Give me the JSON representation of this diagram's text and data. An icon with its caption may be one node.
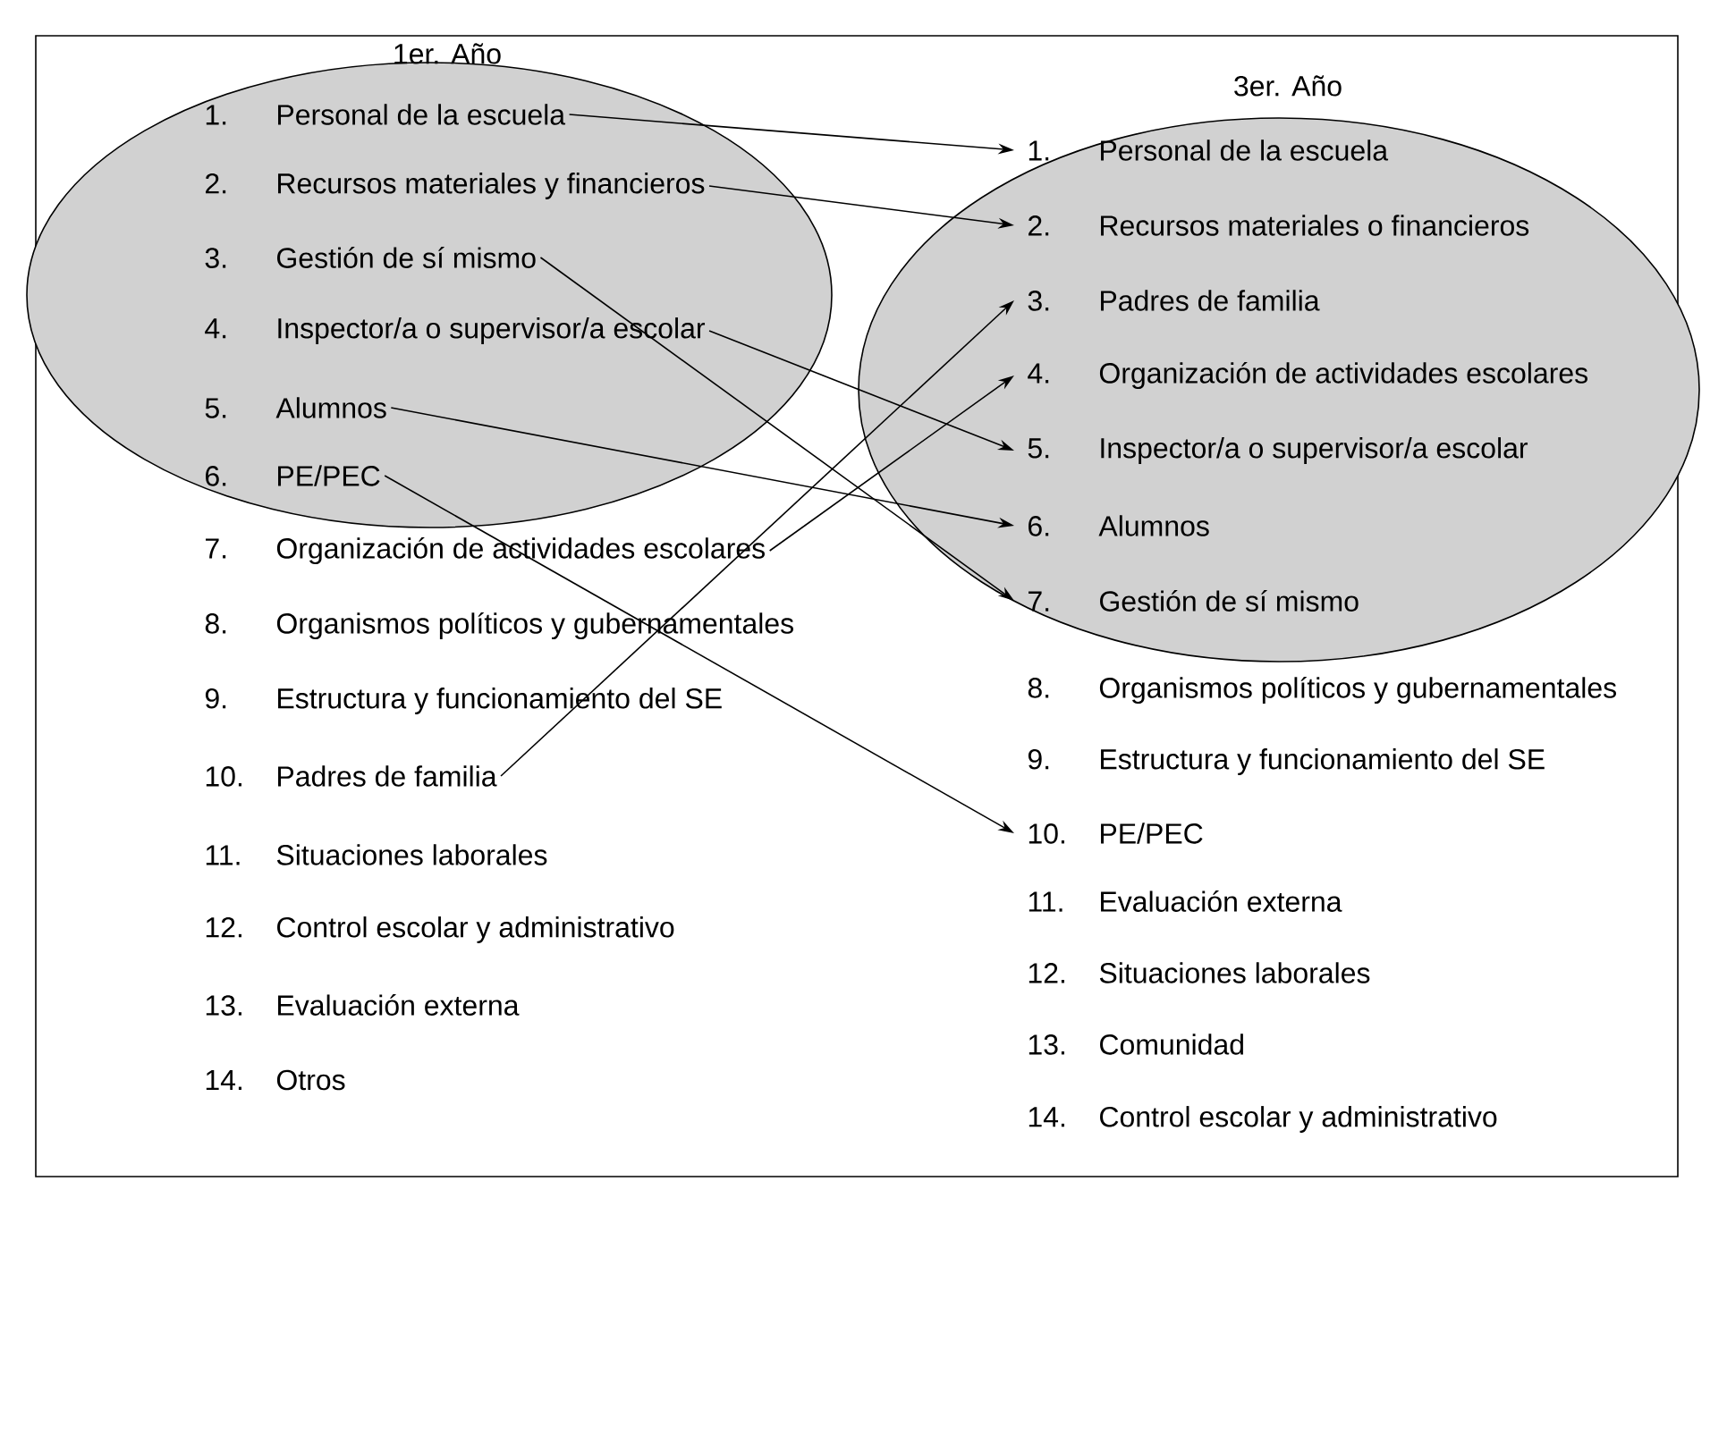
{
  "diagram": {
    "nodes": [
      {
        "text": [
          "1er. Año"
        ]
      },
      {
        "text": [
          "1.",
          "Personal de la escuela"
        ],
        "in": 0
      },
      {
        "text": [
          "2.",
          "Recursos materiales y financieros"
        ],
        "in": 0
      },
      {
        "text": [
          "3.",
          "Gestión de sí mismo"
        ],
        "in": 0
      },
      {
        "text": [
          "4.",
          "Inspector/a o supervisor/a escolar"
        ],
        "in": 0
      },
      {
        "text": [
          "5.",
          "Alumnos"
        ],
        "in": 0
      },
      {
        "text": [
          "6.",
          "PE/PEC"
        ],
        "in": 0
      },
      {
        "text": [
          "7.",
          "Organización de actividades escolares"
        ]
      },
      {
        "text": [
          "8.",
          "Organismos políticos y gubernamentales"
        ]
      },
      {
        "text": [
          "9.",
          "Estructura y funcionamiento del SE"
        ]
      },
      {
        "text": [
          "10.",
          "Padres de familia"
        ]
      },
      {
        "text": [
          "11.",
          "Situaciones laborales"
        ]
      },
      {
        "text": [
          "12.",
          "Control escolar y administrativo"
        ]
      },
      {
        "text": [
          "13.",
          "Evaluación externa"
        ]
      },
      {
        "text": [
          "14.",
          "Otros"
        ]
      },
      {
        "text": [
          "3er. Año"
        ]
      },
      {
        "text": [
          "1.",
          "Personal de la escuela"
        ],
        "in": 15
      },
      {
        "text": [
          "2.",
          "Recursos materiales o financieros"
        ],
        "in": 15
      },
      {
        "text": [
          "3.",
          "Padres de familia"
        ],
        "in": 15
      },
      {
        "text": [
          "4.",
          "Organización de actividades escolares"
        ],
        "in": 15
      },
      {
        "text": [
          "5.",
          "Inspector/a o supervisor/a escolar"
        ],
        "in": 15
      },
      {
        "text": [
          "6.",
          "Alumnos"
        ],
        "in": 15
      },
      {
        "text": [
          "7.",
          "Gestión de sí mismo"
        ],
        "in": 15
      },
      {
        "text": [
          "8.",
          "Organismos políticos y gubernamentales"
        ]
      },
      {
        "text": [
          "9.",
          "Estructura y funcionamiento del SE"
        ]
      },
      {
        "text": [
          "10.",
          "PE/PEC"
        ]
      },
      {
        "text": [
          "11.",
          "Evaluación externa"
        ]
      },
      {
        "text": [
          "12.",
          "Situaciones laborales"
        ]
      },
      {
        "text": [
          "13.",
          "Comunidad"
        ]
      },
      {
        "text": [
          "14.",
          "Control escolar y administrativo"
        ]
      }
    ],
    "edges": [
      {
        "from": 1,
        "to": 16,
        "arrow": "to"
      },
      {
        "from": 2,
        "to": 17,
        "arrow": "to"
      },
      {
        "from": 3,
        "to": 22,
        "arrow": "to"
      },
      {
        "from": 4,
        "to": 20,
        "arrow": "to"
      },
      {
        "from": 5,
        "to": 21,
        "arrow": "to"
      },
      {
        "from": 6,
        "to": 25,
        "arrow": "to"
      },
      {
        "from": 7,
        "to": 19,
        "arrow": "to"
      },
      {
        "from": 10,
        "to": 18,
        "arrow": "to"
      }
    ]
  }
}
